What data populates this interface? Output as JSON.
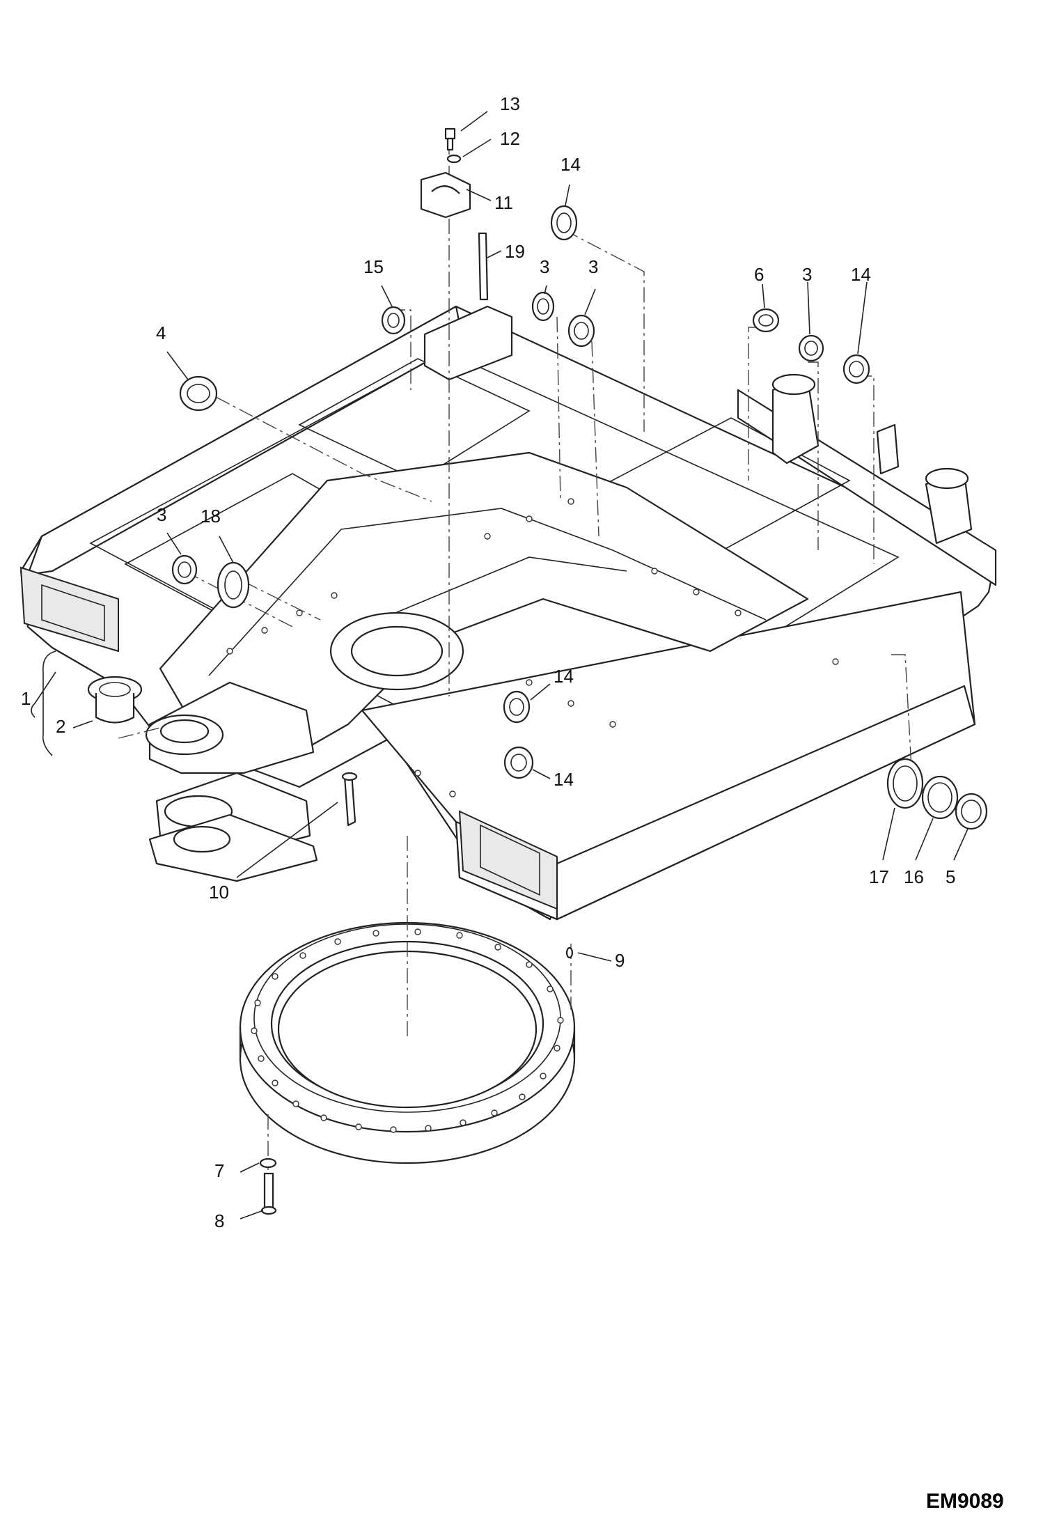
{
  "drawing_id": "EM9089",
  "callouts": [
    "1",
    "2",
    "3",
    "3",
    "3",
    "3",
    "4",
    "5",
    "6",
    "7",
    "8",
    "9",
    "10",
    "11",
    "12",
    "13",
    "14",
    "14",
    "14",
    "14",
    "15",
    "16",
    "17",
    "18",
    "19"
  ],
  "icons": {
    "frame": "upper-frame-assembly",
    "bearing": "swing-bearing-ring",
    "grommet": "rubber-grommet",
    "bolt": "bolt",
    "washer": "washer"
  }
}
